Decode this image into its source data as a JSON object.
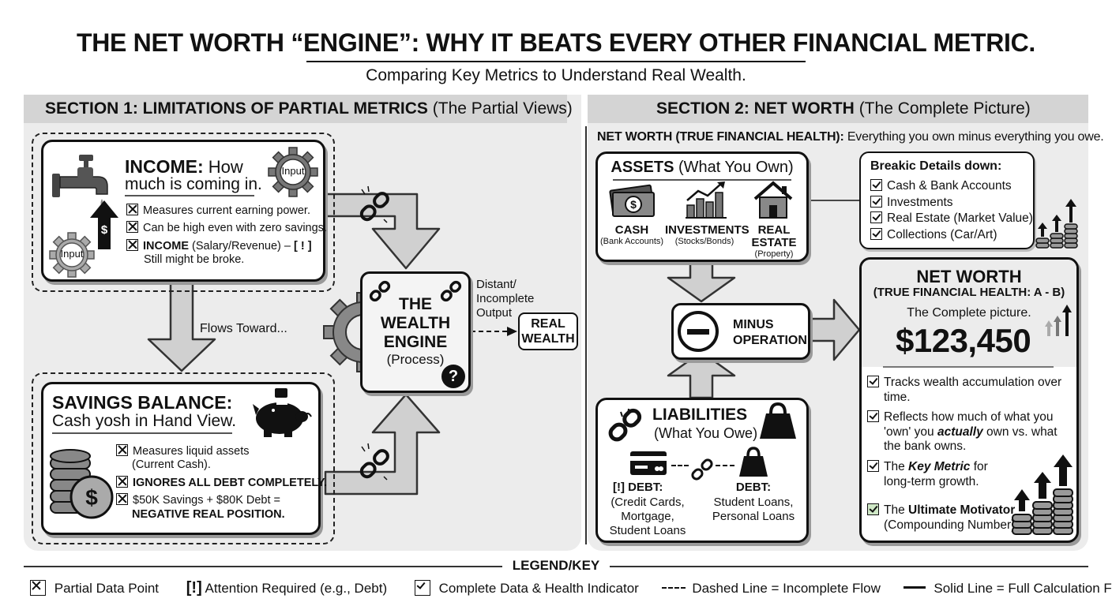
{
  "title": "THE NET WORTH “ENGINE”: WHY IT BEATS EVERY OTHER FINANCIAL METRIC.",
  "subtitle": "Comparing Key Metrics to Understand Real Wealth.",
  "section1": {
    "label": "SECTION 1: LIMITATIONS OF PARTIAL METRICS",
    "sub": "(The Partial Views)"
  },
  "section2": {
    "label": "SECTION 2: NET WORTH",
    "sub": "(The Complete Picture)",
    "definition_label": "NET WORTH (TRUE FINANCIAL HEALTH):",
    "definition_text": "Everything you own minus everything you owe."
  },
  "income": {
    "title": "INCOME:",
    "title_rest": "How",
    "line2": "much is coming in.",
    "gear_label": "Input",
    "items": [
      "Measures current earning power.",
      "Can be high even with zero savings."
    ],
    "item3_bold": "INCOME",
    "item3_rest": "(Salary/Revenue) –",
    "item3_mark": "[ ! ]",
    "item3_line2": "Still might be broke."
  },
  "flows_toward": "Flows Toward...",
  "savings": {
    "title": "SAVINGS BALANCE:",
    "line2": "Cash yosh in Hand View.",
    "item1a": "Measures liquid assets",
    "item1b": "(Current Cash).",
    "item2": "IGNORES ALL DEBT COMPLETELY.",
    "item3a": "$50K Savings + $80K Debt =",
    "item3b": "NEGATIVE REAL POSITION."
  },
  "engine": {
    "line1": "THE",
    "line2": "WEALTH",
    "line3": "ENGINE",
    "line4": "(Process)",
    "question": "?"
  },
  "output": {
    "line1": "Distant/",
    "line2": "Incomplete",
    "line3": "Output",
    "box1": "REAL",
    "box2": "WEALTH"
  },
  "assets": {
    "title": "ASSETS",
    "sub": "(What You Own)",
    "cash": "CASH",
    "cash_sub": "(Bank Accounts)",
    "inv": "INVESTMENTS",
    "inv_sub": "(Stocks/Bonds)",
    "re1": "REAL",
    "re2": "ESTATE",
    "re_sub": "(Property)",
    "dollar": "$"
  },
  "breakdown": {
    "title": "Breakic Details down:",
    "items": [
      "Cash & Bank Accounts",
      "Investments",
      "Real Estate (Market Value)",
      "Collections (Car/Art)"
    ]
  },
  "minus": {
    "line1": "MINUS",
    "line2": "OPERATION"
  },
  "liabilities": {
    "title": "LIABILITIES",
    "sub": "(What You Owe)",
    "d1_mark": "[!]",
    "d1_title": "DEBT:",
    "d1_l1": "(Credit Cards,",
    "d1_l2": "Mortgage,",
    "d1_l3": "Student Loans",
    "d2_title": "DEBT:",
    "d2_l1": "Student Loans,",
    "d2_l2": "Personal Loans"
  },
  "networth": {
    "title": "NET WORTH",
    "sub": "(TRUE FINANCIAL HEALTH: A - B)",
    "desc": "The Complete picture.",
    "value": "$123,450",
    "b1a": "Tracks wealth accumulation over",
    "b1b": "time.",
    "b2a": "Reflects how much of what you",
    "b2b_pre": "'own' you",
    "b2b_em": "actually",
    "b2b_post": "own vs. what",
    "b2c": "the bank owns.",
    "b3_pre": "The",
    "b3_em": "Key Metric",
    "b3_post": "for",
    "b3b": "long-term growth.",
    "b4_pre": "The",
    "b4_em": "Ultimate Motivator",
    "b4b": "(Compounding Number)."
  },
  "legend": {
    "title": "LEGEND/KEY",
    "partial": "Partial Data Point",
    "attention_mark": "[!]",
    "attention": "Attention Required (e.g., Debt)",
    "complete": "Complete Data & Health Indicator",
    "dashed": "Dashed Line = Incomplete Flow",
    "solid": "Solid Line = Full Calculation Flow"
  },
  "colors": {
    "section_bar": "#d4d4d4",
    "panel": "#ececec",
    "arrow_fill": "#cfcfcf",
    "check_green": "#cfe8c6"
  },
  "icons": [
    "faucet-icon",
    "gear-icon",
    "dollar-up-arrow-icon",
    "piggy-bank-icon",
    "coin-stack-icon",
    "broken-chain-icon",
    "cash-icon",
    "bar-chart-icon",
    "house-icon",
    "weight-icon",
    "credit-card-icon",
    "minus-icon",
    "question-icon"
  ]
}
